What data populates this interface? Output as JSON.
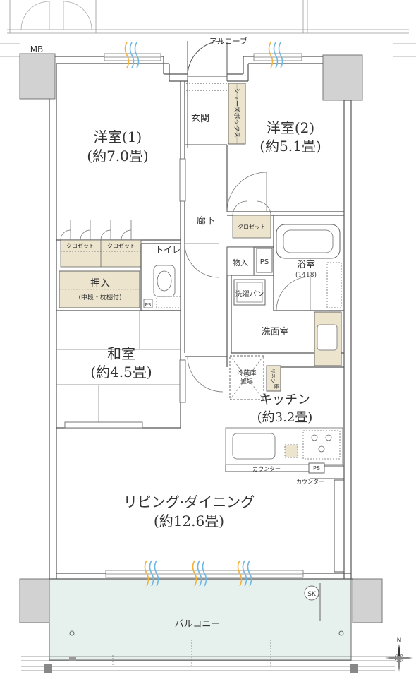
{
  "labels": {
    "mb": "MB",
    "alcove": "アルコーブ",
    "entrance": "玄関",
    "shoebox": "シューズボックス",
    "room1_name": "洋室(1)",
    "room1_size": "(約7.0畳)",
    "room2_name": "洋室(2)",
    "room2_size": "(約5.1畳)",
    "hallway": "廊下",
    "closet": "クロゼット",
    "toilet": "トイレ",
    "storage": "物入",
    "ps": "PS",
    "bath": "浴室",
    "bath_size": "(1418)",
    "oshiire": "押入",
    "oshiire_note": "(中段・枕棚付)",
    "washer": "洗濯パン",
    "washroom": "洗面室",
    "washitsu_name": "和室",
    "washitsu_size": "(約4.5畳)",
    "fridge_line1": "冷蔵庫",
    "fridge_line2": "置場",
    "lincoln_line1": "リネン",
    "lincoln_line2": "庫",
    "kitchen_name": "キッチン",
    "kitchen_size": "(約3.2畳)",
    "counter": "カウンター",
    "living_name": "リビング·ダイニング",
    "living_size": "(約12.6畳)",
    "balcony": "バルコニー",
    "sk": "SK",
    "north": "N"
  },
  "colors": {
    "wall": "#d2d2d2",
    "line": "#555555",
    "storage": "#ece4cc",
    "balcony": "#e6f0ec",
    "vent_yellow": "#f2b13a",
    "vent_blue": "#6fb7e3"
  }
}
